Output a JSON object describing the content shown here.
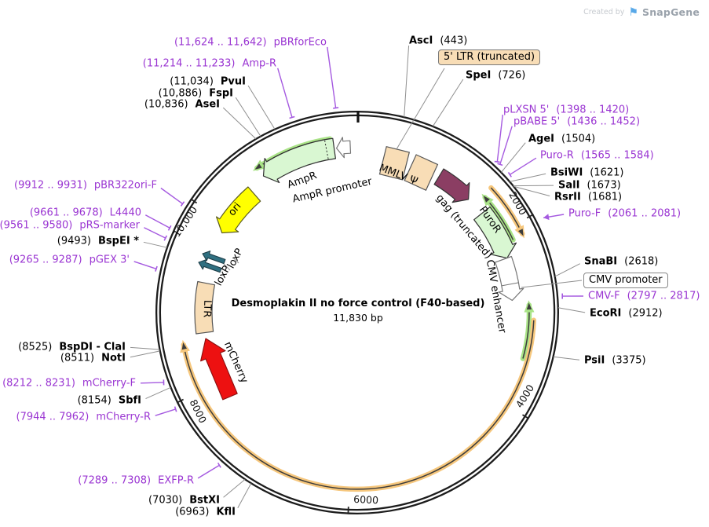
{
  "watermark": {
    "prefix": "Created by",
    "brand": "SnapGene"
  },
  "plasmid": {
    "title": "Desmoplakin II no force control (F40-based)",
    "size_label": "11,830 bp",
    "length_bp": 11830
  },
  "scale_ticks": [
    {
      "bp": 2000,
      "label": "2000"
    },
    {
      "bp": 4000,
      "label": "4000"
    },
    {
      "bp": 6000,
      "label": "6000"
    },
    {
      "bp": 8000,
      "label": "8000"
    },
    {
      "bp": 10000,
      "label": "10,000"
    }
  ],
  "boxed_labels": [
    {
      "id": "ltr5",
      "text": "5' LTR (truncated)"
    },
    {
      "id": "cmvp",
      "text": "CMV promoter"
    }
  ],
  "features": [
    {
      "id": "mmlv_psi",
      "label": "MMLV Ψ"
    },
    {
      "id": "gag",
      "label": "gag (truncated)"
    },
    {
      "id": "puror",
      "label": "PuroR"
    },
    {
      "id": "cmv_enh",
      "label": "CMV enhancer"
    },
    {
      "id": "ltr",
      "label": "LTR"
    },
    {
      "id": "mcherry",
      "label": "mCherry"
    },
    {
      "id": "loxp_a",
      "label": "loxP"
    },
    {
      "id": "loxp_b",
      "label": "loxP"
    },
    {
      "id": "ori",
      "label": "ori"
    },
    {
      "id": "ampr",
      "label": "AmpR"
    },
    {
      "id": "ampr_prom",
      "label": "AmpR promoter"
    }
  ],
  "sites": [
    {
      "id": "pbrforeco",
      "pos": "(11,624 .. 11,642)",
      "name": "pBRforEco",
      "kind": "primer",
      "side": "left",
      "bp": 11633
    },
    {
      "id": "amp_r",
      "pos": "(11,214 .. 11,233)",
      "name": "Amp-R",
      "kind": "primer",
      "side": "left",
      "bp": 11223
    },
    {
      "id": "pvui",
      "pos": "(11,034)",
      "name": "PvuI",
      "kind": "enzyme",
      "side": "left",
      "bp": 11034
    },
    {
      "id": "fspi",
      "pos": "(10,886)",
      "name": "FspI",
      "kind": "enzyme",
      "side": "left",
      "bp": 10886
    },
    {
      "id": "asei",
      "pos": "(10,836)",
      "name": "AseI",
      "kind": "enzyme",
      "side": "left",
      "bp": 10836
    },
    {
      "id": "pbr322ori_f",
      "pos": "(9912 .. 9931)",
      "name": "pBR322ori-F",
      "kind": "primer",
      "side": "left",
      "bp": 9921
    },
    {
      "id": "l4440",
      "pos": "(9661 .. 9678)",
      "name": "L4440",
      "kind": "primer",
      "side": "left",
      "bp": 9670
    },
    {
      "id": "prs_marker",
      "pos": "(9561 .. 9580)",
      "name": "pRS-marker",
      "kind": "primer",
      "side": "left",
      "bp": 9570
    },
    {
      "id": "bspei",
      "pos": "(9493)",
      "name": "BspEI *",
      "kind": "enzyme",
      "side": "left",
      "bp": 9493
    },
    {
      "id": "pgex_3",
      "pos": "(9265 .. 9287)",
      "name": "pGEX 3'",
      "kind": "primer",
      "side": "left",
      "bp": 9276
    },
    {
      "id": "bspdi_clai",
      "pos": "(8525)",
      "name": "BspDI - ClaI",
      "kind": "enzyme",
      "side": "left",
      "bp": 8525
    },
    {
      "id": "noti",
      "pos": "(8511)",
      "name": "NotI",
      "kind": "enzyme",
      "side": "left",
      "bp": 8511
    },
    {
      "id": "mcherry_f",
      "pos": "(8212 .. 8231)",
      "name": "mCherry-F",
      "kind": "primer",
      "side": "left",
      "bp": 8221
    },
    {
      "id": "sbfi",
      "pos": "(8154)",
      "name": "SbfI",
      "kind": "enzyme",
      "side": "left",
      "bp": 8154
    },
    {
      "id": "mcherry_r",
      "pos": "(7944 .. 7962)",
      "name": "mCherry-R",
      "kind": "primer",
      "side": "left",
      "bp": 7953
    },
    {
      "id": "exfp_r",
      "pos": "(7289 .. 7308)",
      "name": "EXFP-R",
      "kind": "primer",
      "side": "left",
      "bp": 7298
    },
    {
      "id": "bstxi",
      "pos": "(7030)",
      "name": "BstXI",
      "kind": "enzyme",
      "side": "left",
      "bp": 7030
    },
    {
      "id": "kfli",
      "pos": "(6963)",
      "name": "KflI",
      "kind": "enzyme",
      "side": "left",
      "bp": 6963
    },
    {
      "id": "asci",
      "name": "AscI",
      "pos": "(443)",
      "kind": "enzyme",
      "side": "right",
      "bp": 443
    },
    {
      "id": "spei",
      "name": "SpeI",
      "pos": "(726)",
      "kind": "enzyme",
      "side": "right",
      "bp": 726
    },
    {
      "id": "plxsn_5",
      "name": "pLXSN 5'",
      "pos": "(1398 .. 1420)",
      "kind": "primer",
      "side": "right",
      "bp": 1409
    },
    {
      "id": "pbabe_5",
      "name": "pBABE 5'",
      "pos": "(1436 .. 1452)",
      "kind": "primer",
      "side": "right",
      "bp": 1444
    },
    {
      "id": "agei",
      "name": "AgeI",
      "pos": "(1504)",
      "kind": "enzyme",
      "side": "right",
      "bp": 1504
    },
    {
      "id": "puro_r",
      "name": "Puro-R",
      "pos": "(1565 .. 1584)",
      "kind": "primer",
      "side": "right",
      "bp": 1574
    },
    {
      "id": "bsiwi",
      "name": "BsiWI",
      "pos": "(1621)",
      "kind": "enzyme",
      "side": "right",
      "bp": 1621
    },
    {
      "id": "sali",
      "name": "SalI",
      "pos": "(1673)",
      "kind": "enzyme",
      "side": "right",
      "bp": 1673
    },
    {
      "id": "rsrii",
      "name": "RsrII",
      "pos": "(1681)",
      "kind": "enzyme",
      "side": "right",
      "bp": 1681
    },
    {
      "id": "puro_f",
      "name": "Puro-F",
      "pos": "(2061 .. 2081)",
      "kind": "primer",
      "side": "right",
      "bp": 2071,
      "arrow": true
    },
    {
      "id": "snabi",
      "name": "SnaBI",
      "pos": "(2618)",
      "kind": "enzyme",
      "side": "right",
      "bp": 2618
    },
    {
      "id": "cmv_f",
      "name": "CMV-F",
      "pos": "(2797 .. 2817)",
      "kind": "primer",
      "side": "right",
      "bp": 2807
    },
    {
      "id": "ecori",
      "name": "EcoRI",
      "pos": "(2912)",
      "kind": "enzyme",
      "side": "right",
      "bp": 2912
    },
    {
      "id": "psii",
      "name": "PsiI",
      "pos": "(3375)",
      "kind": "enzyme",
      "side": "right",
      "bp": 3375
    }
  ],
  "colors": {
    "primer_purple": "#9a35d2",
    "leader_gray": "#8f8f8f",
    "backbone": "#1c1c1c",
    "feature_green": "#d9f7d2",
    "feature_tan": "#f8ddb6",
    "feature_red": "#ed1111",
    "feature_yellow": "#ffff00",
    "feature_maroon": "#8b3e63",
    "loxp_teal": "#2f6f80",
    "read_green": "#a9e387",
    "read_orange": "#f6c77d"
  }
}
